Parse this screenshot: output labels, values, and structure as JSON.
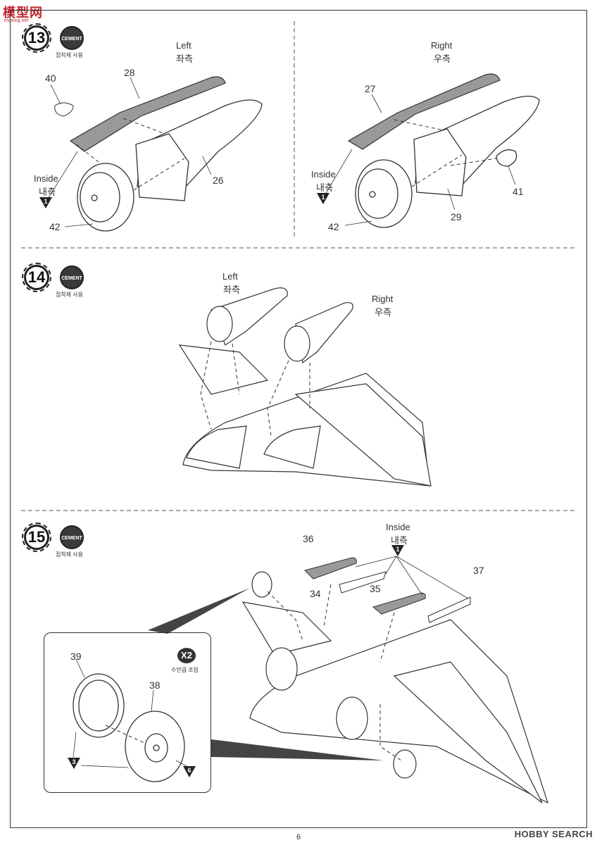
{
  "header": {
    "logo_text": "模型网",
    "logo_url_text": "moxing.net"
  },
  "page": {
    "number": "6",
    "watermark": "HOBBY SEARCH"
  },
  "cement": {
    "badge": "CEMENT",
    "caption": "접착제 사용"
  },
  "step13": {
    "number": "13",
    "left_label_en": "Left",
    "left_label_kr": "좌측",
    "right_label_en": "Right",
    "right_label_kr": "우측",
    "inside_en": "Inside",
    "inside_kr": "내측",
    "inside_ref": "1",
    "left_parts": [
      "40",
      "28",
      "26",
      "42"
    ],
    "right_parts": [
      "27",
      "41",
      "29",
      "42"
    ],
    "inside_en_r": "Inside",
    "inside_kr_r": "내측",
    "inside_ref_r": "1"
  },
  "step14": {
    "number": "14",
    "left_en": "Left",
    "left_kr": "좌측",
    "right_en": "Right",
    "right_kr": "우측"
  },
  "step15": {
    "number": "15",
    "inside_en": "Inside",
    "inside_kr": "내측",
    "inside_ref": "1",
    "parts": [
      "36",
      "34",
      "35",
      "37"
    ],
    "inset": {
      "badge": "X2",
      "badge_caption": "수만큼 조립",
      "parts": [
        "39",
        "38"
      ],
      "ref_a": "3",
      "ref_b": "6"
    }
  }
}
